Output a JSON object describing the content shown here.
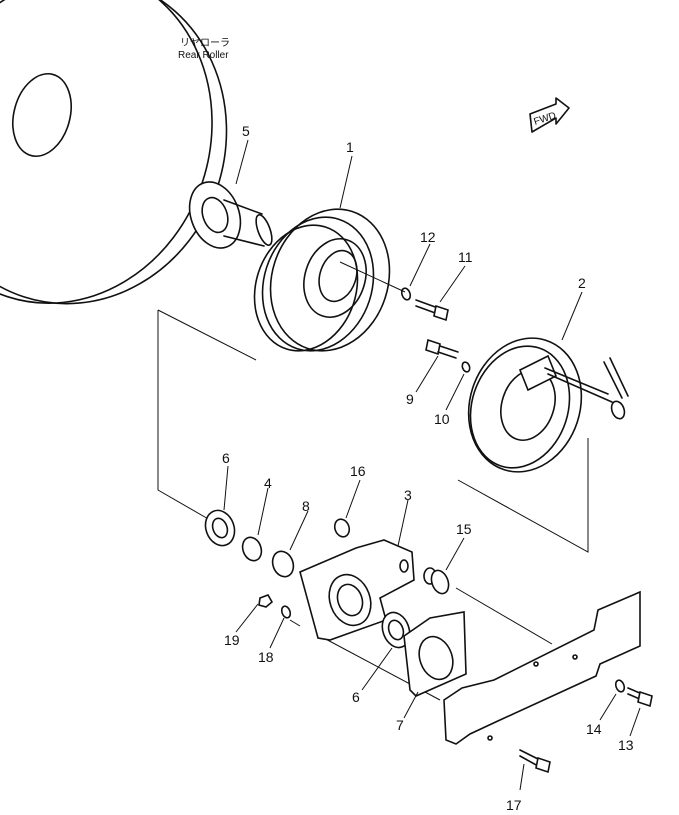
{
  "caption": {
    "jp": "リヤローラ",
    "en": "Rear Roller"
  },
  "fwd_label": "FWD",
  "part_numbers": [
    "1",
    "2",
    "3",
    "4",
    "5",
    "6",
    "6",
    "7",
    "8",
    "9",
    "10",
    "11",
    "12",
    "13",
    "14",
    "15",
    "16",
    "17",
    "18",
    "19"
  ]
}
